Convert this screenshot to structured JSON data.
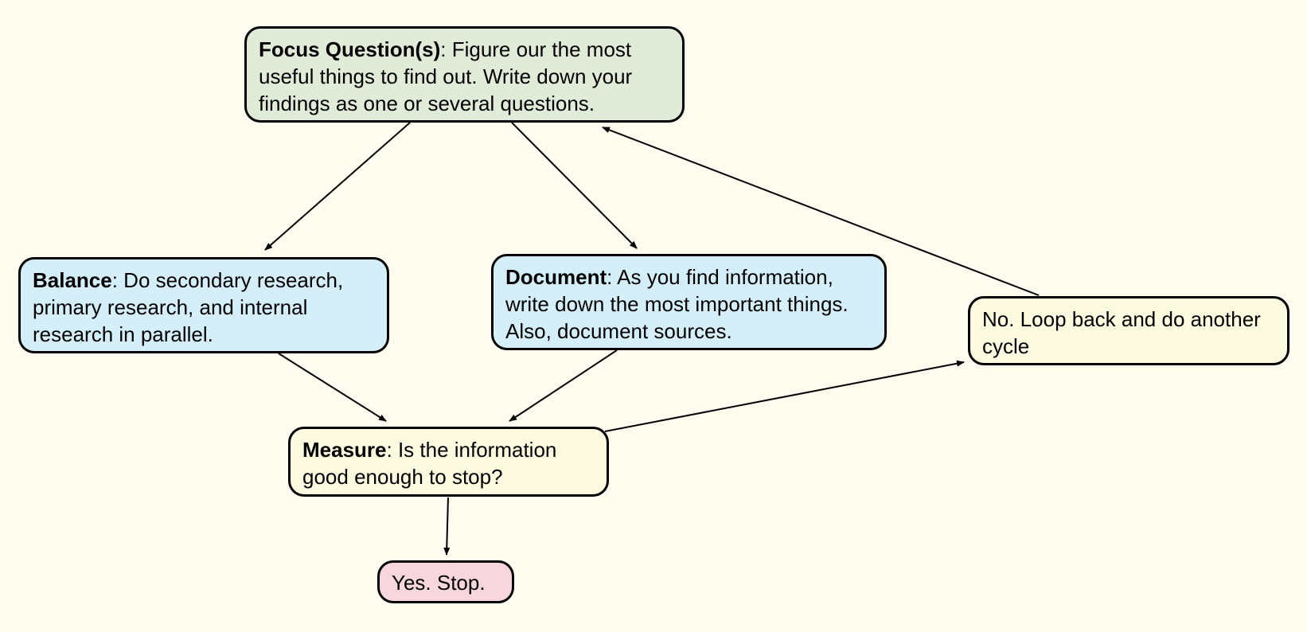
{
  "nodes": {
    "focus": {
      "label": "Focus Question(s)",
      "text": ": Figure our the most useful things to find out. Write down your findings as one or several questions.",
      "color": "#e1ecd8"
    },
    "balance": {
      "label": "Balance",
      "text": ": Do secondary research, primary research, and internal research in parallel.",
      "color": "#d4eff9"
    },
    "document": {
      "label": "Document",
      "text": ": As you find information, write down the most important things. Also, document sources.",
      "color": "#d4eff9"
    },
    "measure": {
      "label": "Measure",
      "text": ": Is the information good enough to stop?",
      "color": "#fcfbdf"
    },
    "loop": {
      "text": "No. Loop back and do another cycle",
      "color": "#fcfbdf"
    },
    "stop": {
      "text": "Yes. Stop.",
      "color": "#f8d6dd"
    }
  },
  "edges": [
    {
      "from": "focus",
      "to": "balance"
    },
    {
      "from": "focus",
      "to": "document"
    },
    {
      "from": "balance",
      "to": "measure"
    },
    {
      "from": "document",
      "to": "measure"
    },
    {
      "from": "measure",
      "to": "loop"
    },
    {
      "from": "loop",
      "to": "focus"
    },
    {
      "from": "measure",
      "to": "stop"
    }
  ]
}
